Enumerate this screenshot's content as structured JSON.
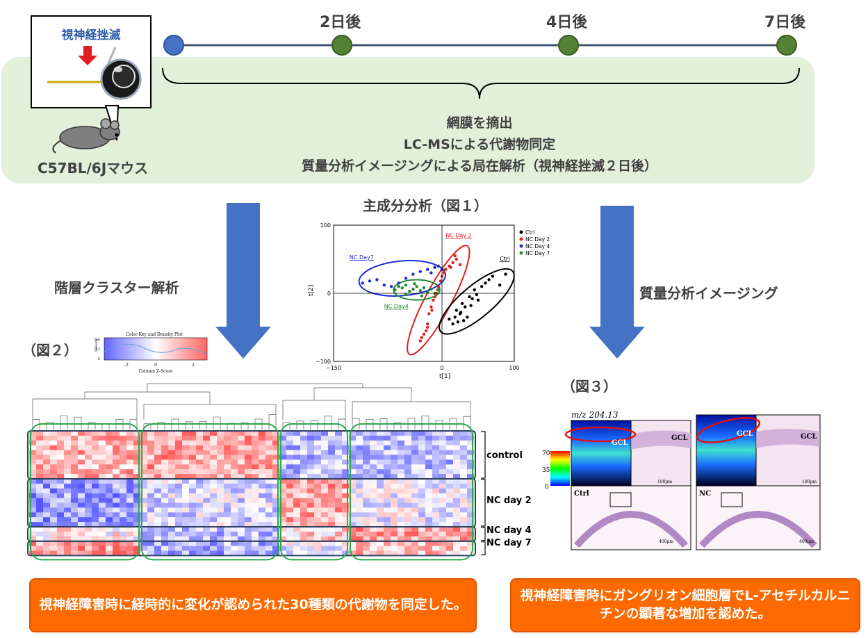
{
  "inset": {
    "title": "視神経挫滅"
  },
  "mouse_label": "C57BL/6Jマウス",
  "timeline": {
    "labels": [
      "2日後",
      "4日後",
      "7日後"
    ]
  },
  "procedure": {
    "lines": [
      "網膜を摘出",
      "LC-MSによる代謝物同定",
      "質量分析イメージングによる局在解析（視神経挫滅２日後）"
    ]
  },
  "sections": {
    "pca_title": "主成分分析（図１）",
    "hclust_title": "階層クラスター解析",
    "msi_title": "質量分析イメージング",
    "fig2": "（図２）",
    "fig3": "（図３）"
  },
  "chart_data": {
    "type": "scatter",
    "title": "",
    "xlabel": "t[1]",
    "ylabel": "t[2]",
    "xlim": [
      -150,
      100
    ],
    "ylim": [
      -100,
      100
    ],
    "xticks": [
      "−150",
      "0",
      "100"
    ],
    "yticks": [
      "100",
      "0",
      "−100"
    ],
    "legend_position": "top-right",
    "legend": [
      {
        "name": "Ctrl",
        "color": "#000000"
      },
      {
        "name": "NC Day 2",
        "color": "#e02020"
      },
      {
        "name": "NC Day 4",
        "color": "#1a2bd6"
      },
      {
        "name": "NC Day 7",
        "color": "#1f8a2e"
      }
    ],
    "group_labels": [
      "NC Day 2",
      "NC Day7",
      "Ctrl",
      "NC Day4"
    ],
    "series": [
      {
        "name": "Ctrl",
        "color": "#000000",
        "points": [
          [
            10,
            -38
          ],
          [
            15,
            -45
          ],
          [
            20,
            -25
          ],
          [
            25,
            -30
          ],
          [
            28,
            -15
          ],
          [
            32,
            -20
          ],
          [
            38,
            -5
          ],
          [
            40,
            -18
          ],
          [
            45,
            5
          ],
          [
            50,
            -10
          ],
          [
            55,
            10
          ],
          [
            60,
            15
          ],
          [
            70,
            25
          ],
          [
            80,
            12
          ],
          [
            88,
            28
          ],
          [
            30,
            -40
          ],
          [
            35,
            -35
          ],
          [
            42,
            -8
          ],
          [
            48,
            -2
          ],
          [
            65,
            20
          ],
          [
            18,
            -35
          ],
          [
            22,
            -42
          ],
          [
            26,
            -28
          ]
        ]
      },
      {
        "name": "NC Day 2",
        "color": "#e02020",
        "points": [
          [
            -30,
            -70
          ],
          [
            -25,
            -60
          ],
          [
            -22,
            -55
          ],
          [
            -20,
            -45
          ],
          [
            -18,
            -30
          ],
          [
            -15,
            -20
          ],
          [
            -12,
            -10
          ],
          [
            -10,
            -5
          ],
          [
            -8,
            0
          ],
          [
            -5,
            10
          ],
          [
            -2,
            18
          ],
          [
            0,
            25
          ],
          [
            5,
            35
          ],
          [
            10,
            40
          ],
          [
            15,
            45
          ],
          [
            20,
            50
          ],
          [
            25,
            42
          ],
          [
            -28,
            -65
          ],
          [
            -14,
            -25
          ],
          [
            -6,
            5
          ],
          [
            3,
            30
          ],
          [
            12,
            38
          ],
          [
            18,
            55
          ],
          [
            -20,
            -50
          ]
        ]
      },
      {
        "name": "NC Day 4",
        "color": "#1a2bd6",
        "points": [
          [
            -110,
            15
          ],
          [
            -100,
            18
          ],
          [
            -90,
            20
          ],
          [
            -80,
            12
          ],
          [
            -70,
            10
          ],
          [
            -60,
            15
          ],
          [
            -50,
            22
          ],
          [
            -40,
            28
          ],
          [
            -30,
            32
          ],
          [
            -20,
            35
          ],
          [
            -10,
            38
          ],
          [
            -5,
            40
          ],
          [
            0,
            35
          ],
          [
            -15,
            30
          ]
        ]
      },
      {
        "name": "NC Day 7",
        "color": "#1f8a2e",
        "points": [
          [
            -65,
            5
          ],
          [
            -60,
            10
          ],
          [
            -55,
            8
          ],
          [
            -50,
            12
          ],
          [
            -45,
            3
          ],
          [
            -40,
            6
          ],
          [
            -35,
            10
          ],
          [
            -30,
            4
          ],
          [
            -25,
            8
          ],
          [
            -20,
            2
          ],
          [
            -15,
            6
          ],
          [
            -10,
            0
          ],
          [
            -5,
            5
          ],
          [
            -50,
            -2
          ],
          [
            -38,
            14
          ],
          [
            -28,
            -4
          ]
        ]
      }
    ],
    "ellipses": [
      {
        "name": "NC Day 2",
        "color": "#e02020",
        "cx": -5,
        "cy": -10,
        "rx": 85,
        "ry": 18,
        "angle": -62
      },
      {
        "name": "NC Day7",
        "color": "#1a2bd6",
        "cx": -55,
        "cy": 22,
        "rx": 60,
        "ry": 24,
        "angle": -5
      },
      {
        "name": "Ctrl",
        "color": "#000000",
        "cx": 48,
        "cy": -12,
        "rx": 65,
        "ry": 22,
        "angle": -40
      },
      {
        "name": "NC Day4",
        "color": "#1f8a2e",
        "cx": -35,
        "cy": 5,
        "rx": 32,
        "ry": 14,
        "angle": 0
      }
    ]
  },
  "color_key": {
    "title": "Color Key and Density Plot",
    "xlabel": "Column Z-Score",
    "ylabel": "Density",
    "ticks": [
      "-2",
      "0",
      "2"
    ],
    "yticks": [
      "0",
      "0.2",
      "0.4"
    ]
  },
  "heatmap": {
    "row_labels": [
      "control",
      "NC day 2",
      "NC day 4",
      "NC day 7"
    ]
  },
  "msi": {
    "mz": "m/z 204.13",
    "scale_ticks": [
      "70",
      "35",
      "0"
    ],
    "gcl": "GCL",
    "ctrl": "Ctrl",
    "nc": "NC",
    "scale_100": "100µm",
    "scale_400": "400µm"
  },
  "conclusions": [
    "視神経障害時に経時的に変化が認められた30種類の代謝物を同定した。",
    "視神経障害時にガングリオン細胞層でL-アセチルカルニチンの顕著な増加を認めた。"
  ]
}
